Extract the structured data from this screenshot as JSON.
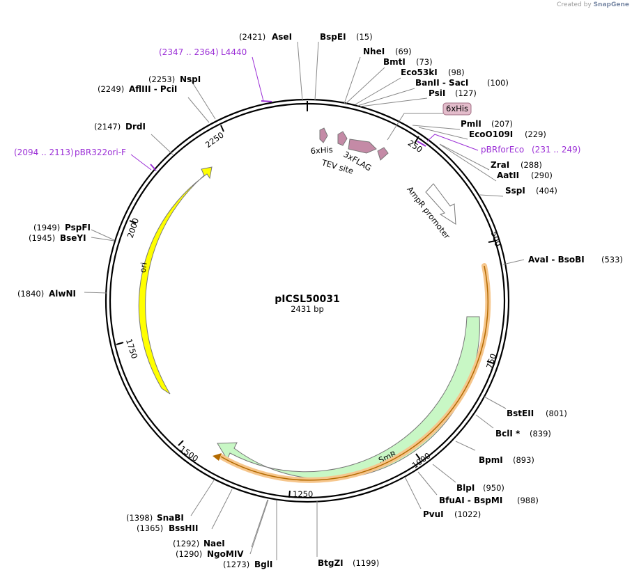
{
  "credit": {
    "prefix": "Created by",
    "brand": "SnapGene"
  },
  "plasmid": {
    "name": "pICSL50031",
    "size_label": "2431 bp",
    "length": 2431
  },
  "ticks": [
    "250",
    "500",
    "750",
    "1000",
    "1250",
    "1500",
    "1750",
    "2000",
    "2250"
  ],
  "sites": [
    {
      "name": "AseI",
      "pos": "(2421)",
      "at": 2421
    },
    {
      "name": "BspEI",
      "pos": "(15)",
      "at": 15
    },
    {
      "name": "NheI",
      "pos": "(69)",
      "at": 69
    },
    {
      "name": "BmtI",
      "pos": "(73)",
      "at": 73
    },
    {
      "name": "Eco53kI",
      "pos": "(98)",
      "at": 98
    },
    {
      "name": "BanII - SacI",
      "pos": "(100)",
      "at": 100
    },
    {
      "name": "PsiI",
      "pos": "(127)",
      "at": 127
    },
    {
      "name": "PmlI",
      "pos": "(207)",
      "at": 207
    },
    {
      "name": "EcoO109I",
      "pos": "(229)",
      "at": 229
    },
    {
      "name": "ZraI",
      "pos": "(288)",
      "at": 288
    },
    {
      "name": "AatII",
      "pos": "(290)",
      "at": 290
    },
    {
      "name": "SspI",
      "pos": "(404)",
      "at": 404
    },
    {
      "name": "AvaI - BsoBI",
      "pos": "(533)",
      "at": 533
    },
    {
      "name": "BstEII",
      "pos": "(801)",
      "at": 801
    },
    {
      "name": "BclI *",
      "pos": "(839)",
      "at": 839
    },
    {
      "name": "BpmI",
      "pos": "(893)",
      "at": 893
    },
    {
      "name": "BlpI",
      "pos": "(950)",
      "at": 950
    },
    {
      "name": "BfuAI - BspMI",
      "pos": "(988)",
      "at": 988
    },
    {
      "name": "PvuI",
      "pos": "(1022)",
      "at": 1022
    },
    {
      "name": "BtgZI",
      "pos": "(1199)",
      "at": 1199
    },
    {
      "name": "BglI",
      "pos": "(1273)",
      "at": 1273
    },
    {
      "name": "NgoMIV",
      "pos": "(1290)",
      "at": 1290
    },
    {
      "name": "NaeI",
      "pos": "(1292)",
      "at": 1292
    },
    {
      "name": "BssHII",
      "pos": "(1365)",
      "at": 1365
    },
    {
      "name": "SnaBI",
      "pos": "(1398)",
      "at": 1398
    },
    {
      "name": "AlwNI",
      "pos": "(1840)",
      "at": 1840
    },
    {
      "name": "BseYI",
      "pos": "(1945)",
      "at": 1945
    },
    {
      "name": "PspFI",
      "pos": "(1949)",
      "at": 1949
    },
    {
      "name": "DrdI",
      "pos": "(2147)",
      "at": 2147
    },
    {
      "name": "AflIII - PciI",
      "pos": "(2249)",
      "at": 2249
    },
    {
      "name": "NspI",
      "pos": "(2253)",
      "at": 2253
    }
  ],
  "primers": [
    {
      "name": "L4440",
      "range": "(2347 .. 2364)",
      "start": 2347,
      "end": 2364
    },
    {
      "name": "pBRforEco",
      "range": "(231 .. 249)",
      "start": 231,
      "end": 249
    },
    {
      "name": "pBR322ori-F",
      "range": "(2094 .. 2113)",
      "start": 2094,
      "end": 2113
    }
  ],
  "features": [
    {
      "name": "6xHis",
      "color": "#c48aa6"
    },
    {
      "name": "TEV site",
      "color": "#c48aa6"
    },
    {
      "name": "3xFLAG",
      "color": "#c48aa6"
    },
    {
      "name": "AmpR promoter",
      "color": "#ffffff"
    },
    {
      "name": "SmR",
      "color": "#c8f7c5"
    },
    {
      "name": "ori",
      "color": "#ffff00"
    }
  ],
  "colors": {
    "ori": "#ffff00",
    "smr": "#c8f7c5",
    "his_box": "#e3bccb",
    "primer": "#9b2fd6",
    "orange_feature": "#f0a640"
  }
}
